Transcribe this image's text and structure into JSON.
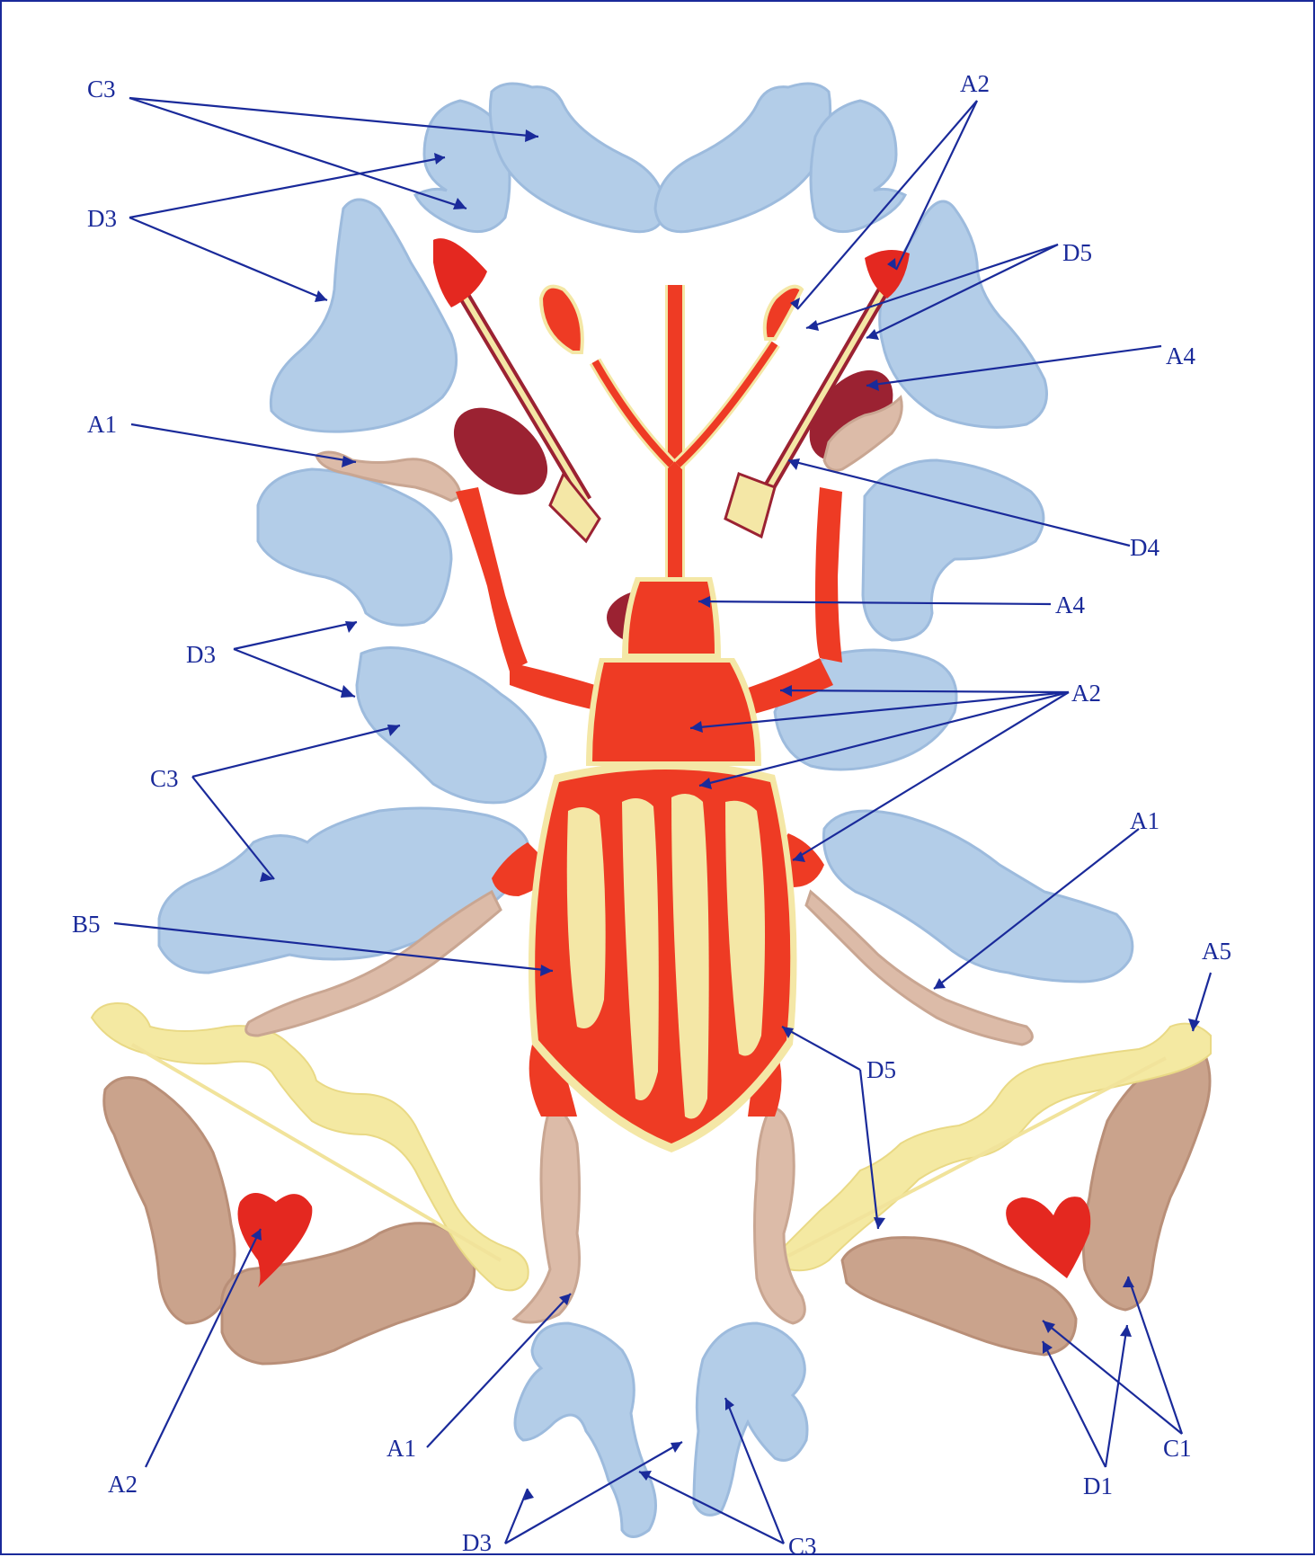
{
  "colors": {
    "frame": "#1a2a9a",
    "label": "#1a2a9a",
    "blue_shape": "#b3cde8",
    "red_beetle": "#ee3b24",
    "cream_stripes": "#f4e7a6",
    "maroon": "#9b2232",
    "tan_legs": "#dcbba8",
    "brown_shapes": "#caa38c",
    "heart_red": "#e42820"
  },
  "labels": {
    "c3_top_left": "C3",
    "d3_top_left": "D3",
    "a2_top_right": "A2",
    "d5_top_right": "D5",
    "a4_top_right": "A4",
    "a1_left": "A1",
    "d4_right": "D4",
    "a4_head": "A4",
    "d3_mid_left": "D3",
    "a2_mid_right": "A2",
    "c3_mid_left": "C3",
    "a1_right": "A1",
    "b5_left": "B5",
    "a5_right": "A5",
    "d5_mid_right": "D5",
    "a2_bottom_left": "A2",
    "a1_bottom": "A1",
    "c1_bottom_right": "C1",
    "d1_bottom_right": "D1",
    "d3_bottom": "D3",
    "c3_bottom": "C3"
  }
}
